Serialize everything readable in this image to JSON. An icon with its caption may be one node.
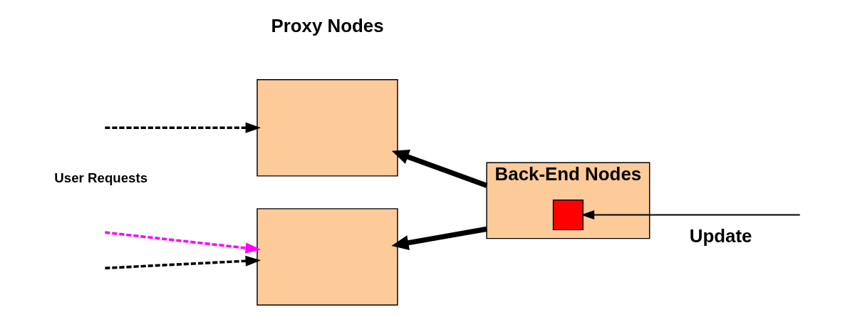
{
  "diagram": {
    "nodes": [
      {
        "text": [],
        "shape": "box"
      },
      {
        "text": [],
        "shape": "box"
      },
      {
        "text": [
          "Back-End Nodes"
        ]
      },
      {
        "text": [],
        "shape": "box",
        "in": 2
      }
    ],
    "edges": [
      {
        "from": null,
        "to": 0,
        "arrow": "to",
        "style": "dashed"
      },
      {
        "from": null,
        "to": 1,
        "arrow": "to",
        "style": "dashed",
        "color": "#ff00ff"
      },
      {
        "from": null,
        "to": 1,
        "arrow": "to",
        "style": "dashed"
      },
      {
        "from": 2,
        "to": 0,
        "arrow": "to",
        "style": "thick"
      },
      {
        "from": 2,
        "to": 1,
        "arrow": "to",
        "style": "thick"
      },
      {
        "from": null,
        "to": 3,
        "arrow": "to",
        "label": "Update"
      }
    ],
    "labels": [
      "Proxy Nodes",
      "User Requests"
    ]
  }
}
